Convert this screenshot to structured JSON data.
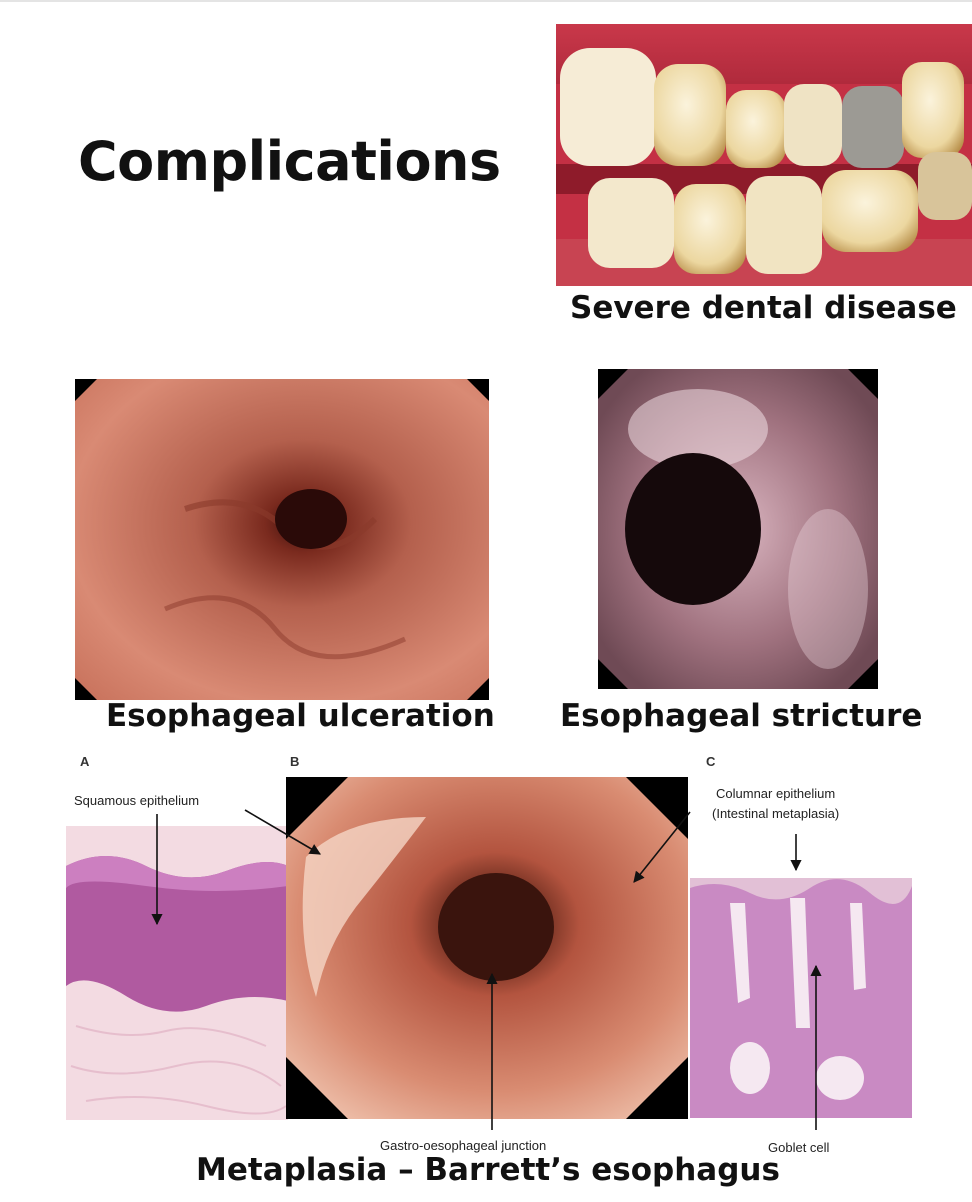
{
  "title": "Complications",
  "captions": {
    "dental": "Severe dental disease",
    "ulceration": "Esophageal ulceration",
    "stricture": "Esophageal stricture",
    "barrett": "Metaplasia – Barrett’s esophagus"
  },
  "figure": {
    "panel_a": "A",
    "panel_b": "B",
    "panel_c": "C",
    "squamous": "Squamous epithelium",
    "columnar_1": "Columnar epithelium",
    "columnar_2": "(Intestinal metaplasia)",
    "gej": "Gastro-oesophageal junction",
    "goblet": "Goblet cell"
  }
}
